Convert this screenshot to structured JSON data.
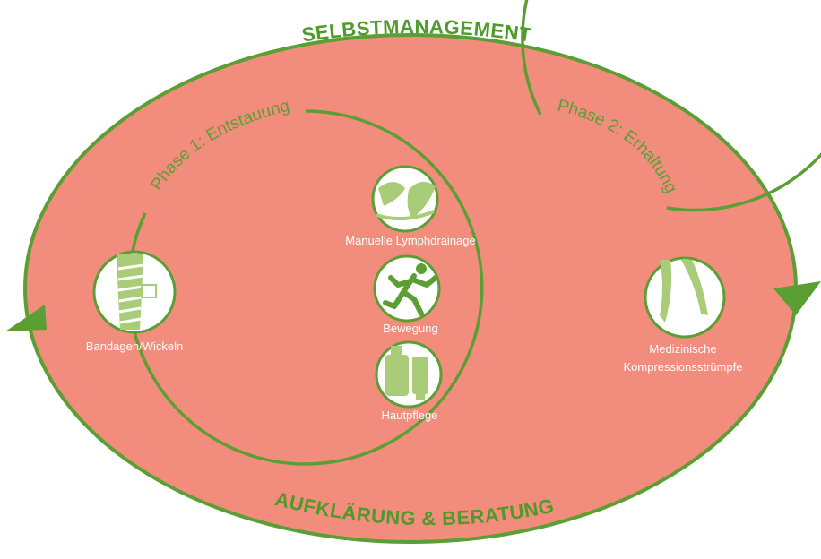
{
  "diagram": {
    "outer_top_label": "SELBSTMANAGEMENT",
    "outer_bottom_label": "AUFKLÄRUNG & BERATUNG",
    "phase1": "Phase 1: Entstauung",
    "phase2": "Phase 2: Erhaltung",
    "items": {
      "bandages": "Bandagen/Wickeln",
      "lymph": "Manuelle Lymphdrainage",
      "movement": "Bewegung",
      "skin": "Hautpflege",
      "stockings_line1": "Medizinische",
      "stockings_line2": "Kompressionsstrümpfe"
    },
    "icons": {
      "bandages": "bandaged-leg-icon",
      "lymph": "massage-hands-icon",
      "movement": "running-person-icon",
      "skin": "skincare-bottles-icon",
      "stockings": "compression-stocking-legs-icon"
    },
    "colors": {
      "fill": "#f28c7c",
      "green": "#5b9f34",
      "icon_green": "#a8cc78",
      "text": "#ffffff"
    }
  }
}
